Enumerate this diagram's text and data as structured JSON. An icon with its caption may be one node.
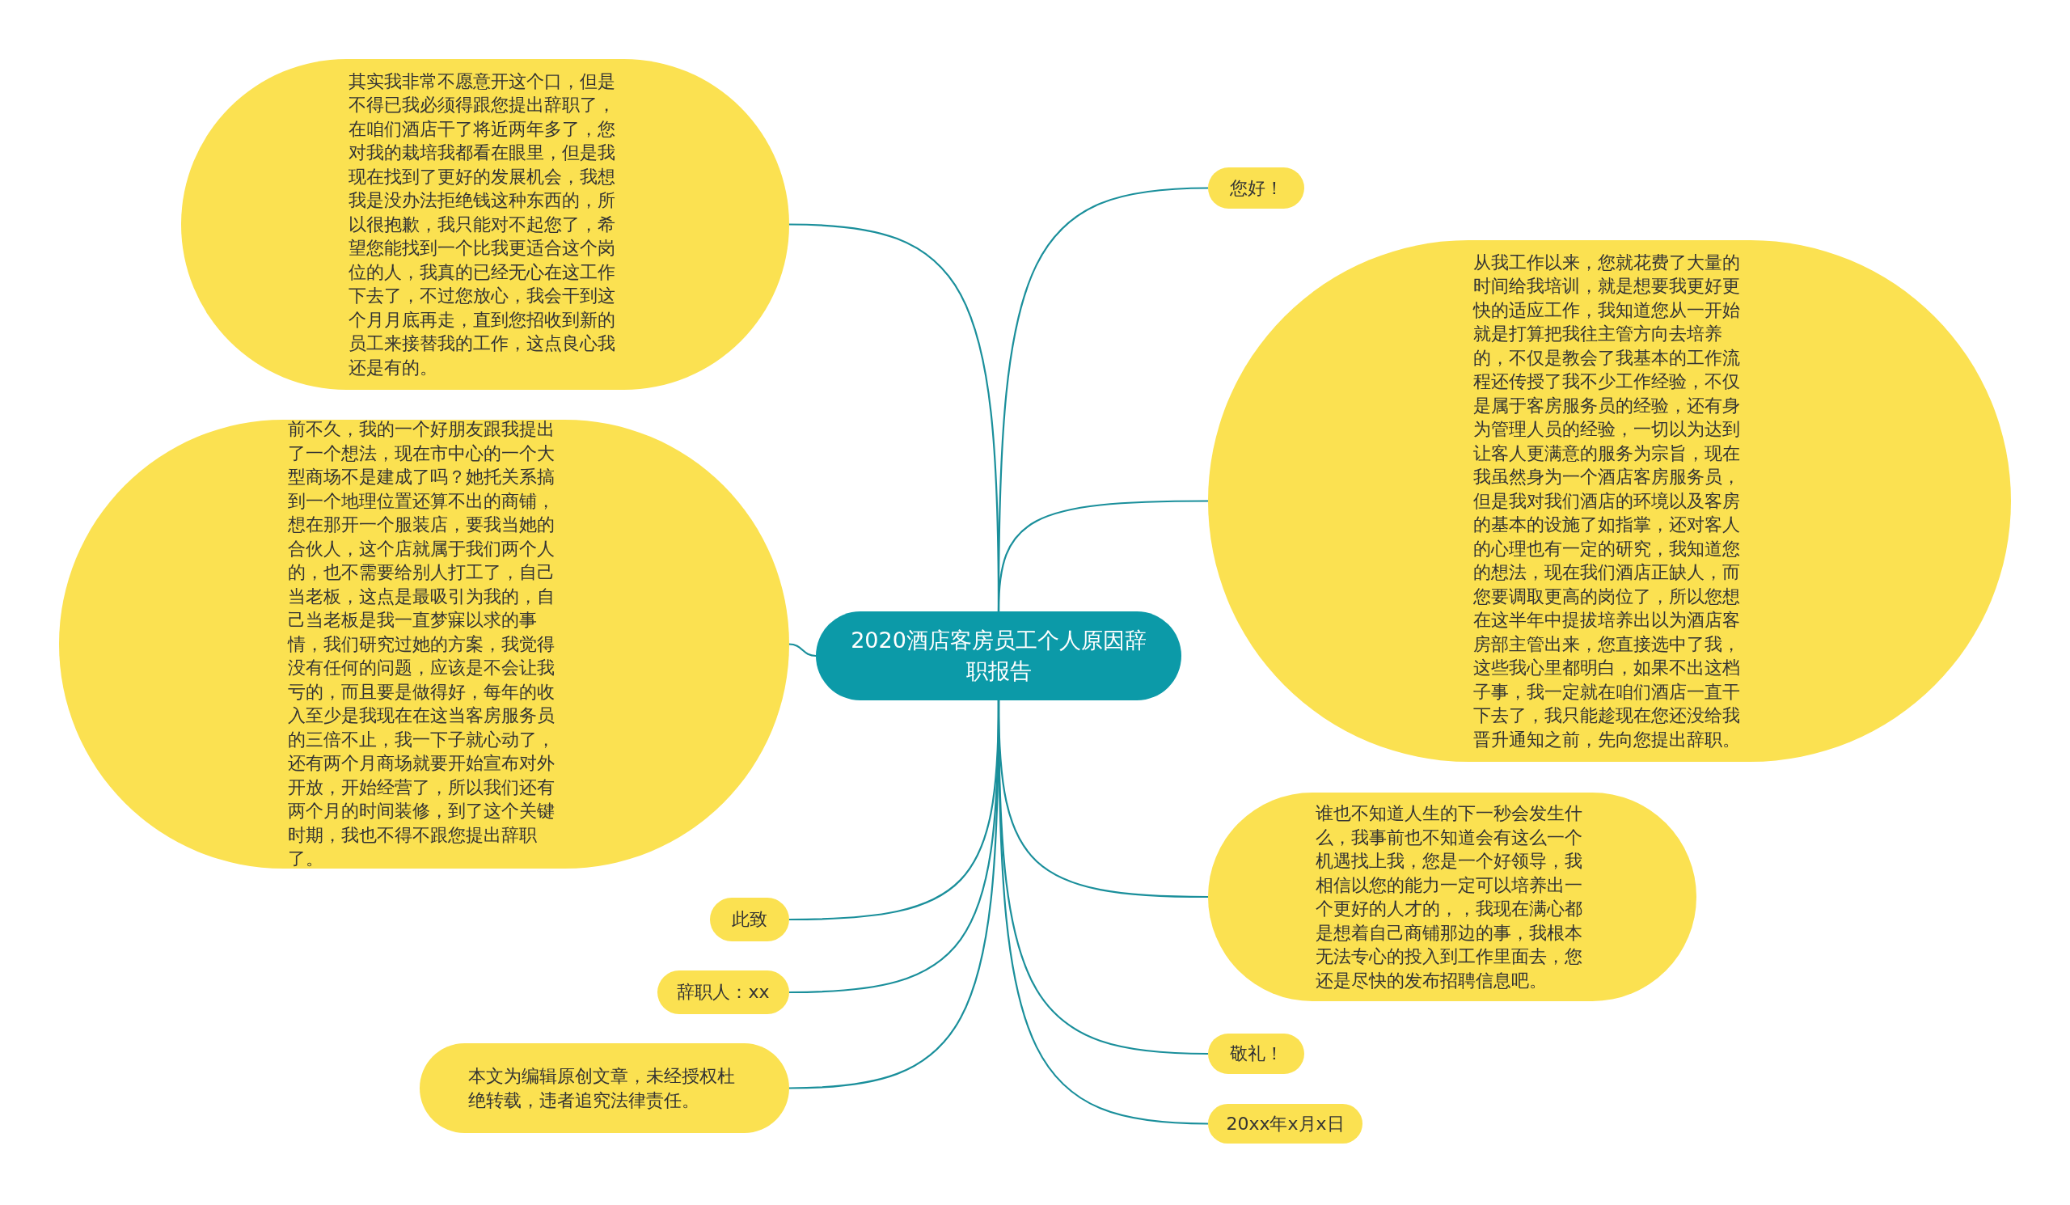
{
  "diagram": {
    "nodes": [
      {
        "text": [
          "2020酒店客房员工个人原因辞职报告"
        ]
      },
      {
        "text": [
          "其实我非常不愿意开这个口，但是不得已我必须得跟您提出辞职了，在咱们酒店干了将近两年多了，您对我的栽培我都看在眼里，但是我现在找到了更好的发展机会，我想我是没办法拒绝钱这种东西的，所以很抱歉，我只能对不起您了，希望您能找到一个比我更适合这个岗位的人，我真的已经无心在这工作下去了，不过您放心，我会干到这个月月底再走，直到您招收到新的员工来接替我的工作，这点良心我还是有的。"
        ]
      },
      {
        "text": [
          "前不久，我的一个好朋友跟我提出了一个想法，现在市中心的一个大型商场不是建成了吗？她托关系搞到一个地理位置还算不出的商铺，想在那开一个服装店，要我当她的合伙人，这个店就属于我们两个人的，也不需要给别人打工了，自己当老板，这点是最吸引为我的，自己当老板是我一直梦寐以求的事情，我们研究过她的方案，我觉得没有任何的问题，应该是不会让我亏的，而且要是做得好，每年的收入至少是我现在在这当客房服务员的三倍不止，我一下子就心动了，还有两个月商场就要开始宣布对外开放，开始经营了，所以我们还有两个月的时间装修，到了这个关键时期，我也不得不跟您提出辞职了。"
        ]
      },
      {
        "text": [
          "此致"
        ]
      },
      {
        "text": [
          "辞职人：xx"
        ]
      },
      {
        "text": [
          "本文为编辑原创文章，未经授权杜绝转载，违者追究法律责任。"
        ]
      },
      {
        "text": [
          "您好！"
        ]
      },
      {
        "text": [
          "从我工作以来，您就花费了大量的时间给我培训，就是想要我更好更快的适应工作，我知道您从一开始就是打算把我往主管方向去培养的，不仅是教会了我基本的工作流程还传授了我不少工作经验，不仅是属于客房服务员的经验，还有身为管理人员的经验，一切以为达到让客人更满意的服务为宗旨，现在我虽然身为一个酒店客房服务员，但是我对我们酒店的环境以及客房的基本的设施了如指掌，还对客人的心理也有一定的研究，我知道您的想法，现在我们酒店正缺人，而您要调取更高的岗位了，所以您想在这半年中提拔培养出以为酒店客房部主管出来，您直接选中了我，这些我心里都明白，如果不出这档子事，我一定就在咱们酒店一直干下去了，我只能趁现在您还没给我晋升通知之前，先向您提出辞职。"
        ]
      },
      {
        "text": [
          "谁也不知道人生的下一秒会发生什么，我事前也不知道会有这么一个机遇找上我，您是一个好领导，我相信以您的能力一定可以培养出一个更好的人才的，，我现在满心都是想着自己商铺那边的事，我根本无法专心的投入到工作里面去，您还是尽快的发布招聘信息吧。"
        ]
      },
      {
        "text": [
          "敬礼！"
        ]
      },
      {
        "text": [
          "20xx年x月x日"
        ]
      }
    ],
    "edges": [
      {
        "from": 0,
        "to": 1,
        "arrow": "none"
      },
      {
        "from": 0,
        "to": 2,
        "arrow": "none"
      },
      {
        "from": 0,
        "to": 3,
        "arrow": "none"
      },
      {
        "from": 0,
        "to": 4,
        "arrow": "none"
      },
      {
        "from": 0,
        "to": 5,
        "arrow": "none"
      },
      {
        "from": 0,
        "to": 6,
        "arrow": "none"
      },
      {
        "from": 0,
        "to": 7,
        "arrow": "none"
      },
      {
        "from": 0,
        "to": 8,
        "arrow": "none"
      },
      {
        "from": 0,
        "to": 9,
        "arrow": "none"
      },
      {
        "from": 0,
        "to": 10,
        "arrow": "none"
      }
    ]
  }
}
